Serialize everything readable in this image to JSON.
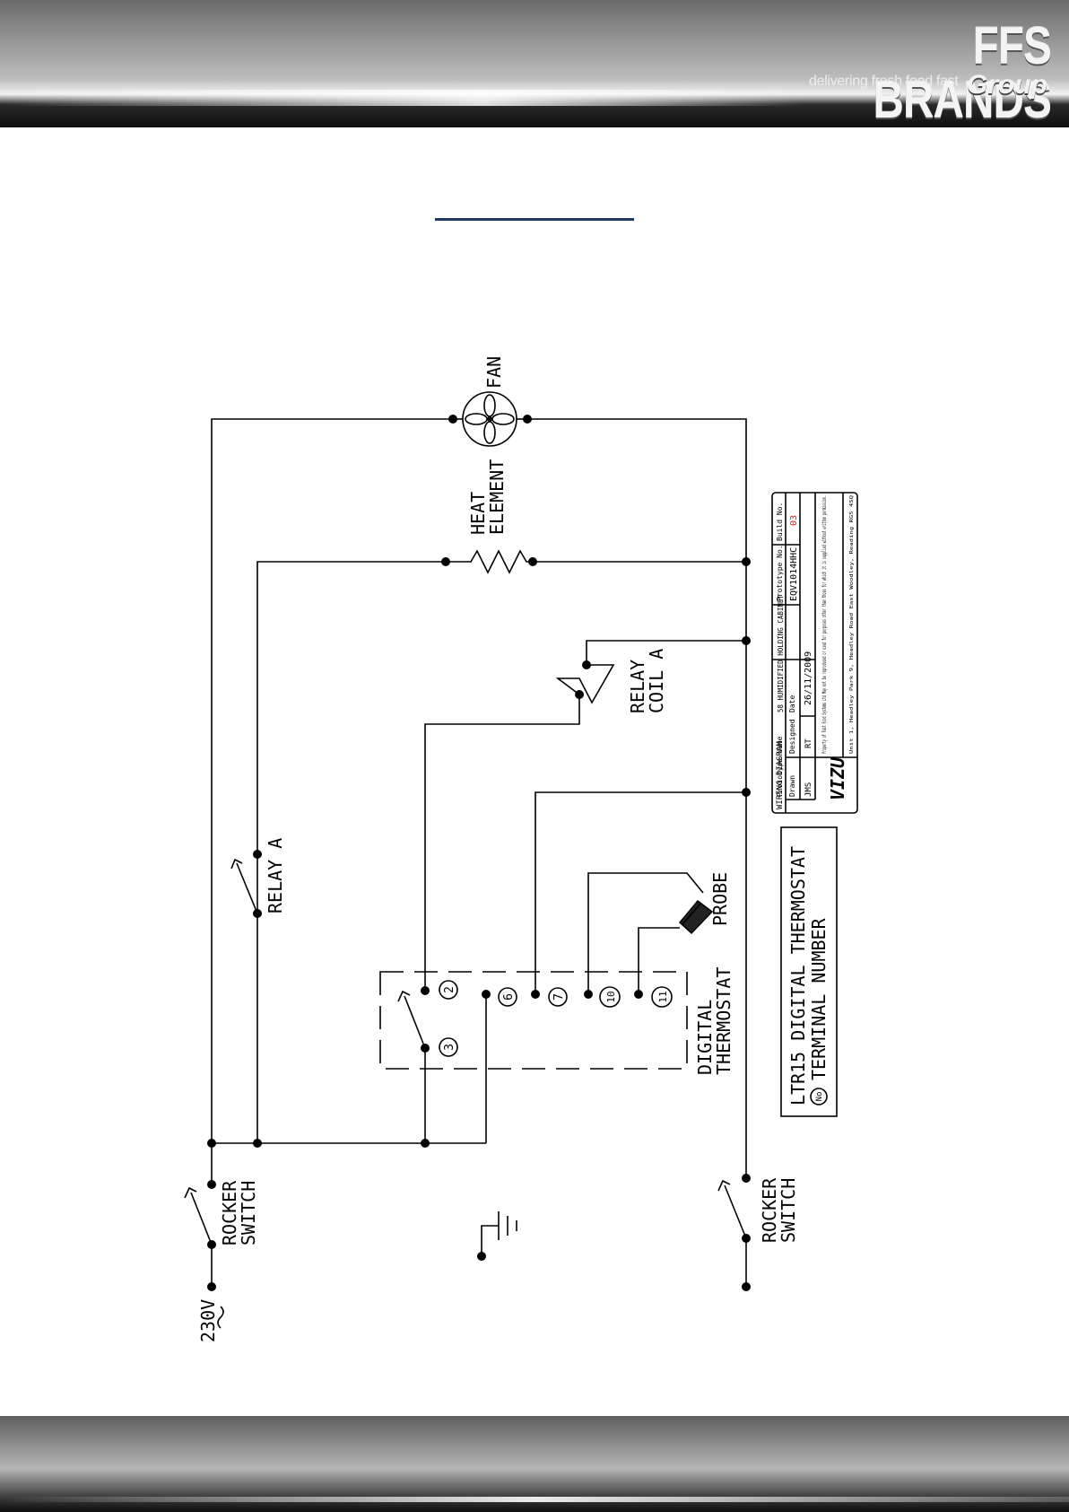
{
  "brand": {
    "logo_main": "FFS BRANDS",
    "logo_tagline": "delivering fresh food fast",
    "logo_group": "Group"
  },
  "diagram": {
    "fan": "FAN",
    "heat_element_1": "HEAT",
    "heat_element_2": "ELEMENT",
    "relay_coil_1": "RELAY",
    "relay_coil_2": "COIL A",
    "relay_a": "RELAY A",
    "probe": "PROBE",
    "digital_thermostat_1": "DIGITAL",
    "digital_thermostat_2": "THERMOSTAT",
    "rocker_switch_1": "ROCKER",
    "rocker_switch_2": "SWITCH",
    "supply_voltage": "230V",
    "terminals": [
      "2",
      "3",
      "6",
      "7",
      "10",
      "11"
    ]
  },
  "legend": {
    "title": "LTR15 DIGITAL THERMOSTAT",
    "symbol": "No",
    "label": "TERMINAL NUMBER"
  },
  "title_block": {
    "prototype_name_label": "Prototype Name",
    "prototype_name": "58 HUMIDIFIED HOLDING CABINET",
    "prototype_no_label": "Prototype No.",
    "prototype_no": "EQV1014HHC",
    "build_no_label": "Build No.",
    "build_no": "03",
    "drawn_label": "Drawn",
    "drawn": "JMS",
    "designed_label": "Designed",
    "designed": "RT",
    "date_label": "Date",
    "date": "26/11/2009",
    "logo": "VIZU",
    "notice": "Property of Fast Food Systems Ltd May not be reproduced or used for purposes other than those for which it is supplied without written permission.",
    "address": "Unit 1, Headley Park 9, Headley Road East Woodley, Reading RG5 4SQ",
    "sheet": "WIRING DIAGRAM",
    "build_color": "#d21f1f"
  }
}
